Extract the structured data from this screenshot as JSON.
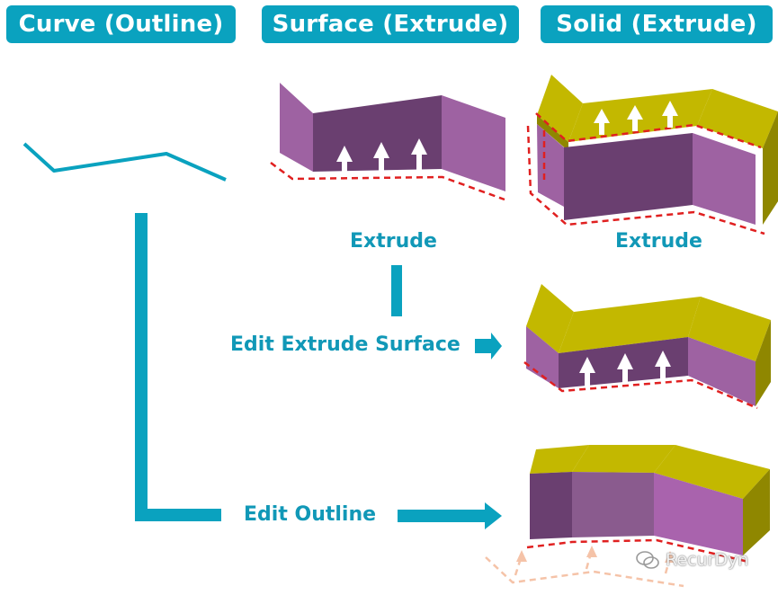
{
  "headers": {
    "curve": "Curve (Outline)",
    "surface": "Surface (Extrude)",
    "solid": "Solid (Extrude)"
  },
  "labels": {
    "extrude_surface": "Extrude",
    "extrude_solid": "Extrude",
    "edit_extrude_surface": "Edit Extrude Surface",
    "edit_outline": "Edit Outline"
  },
  "watermark": "RecurDyn",
  "colors": {
    "header_bg": "#0aa2bf",
    "label_text": "#1198b7",
    "connector": "#0aa2bf",
    "surface_dark": "#6a3f70",
    "surface_light": "#9e62a2",
    "solid_top": "#c3b800",
    "outline_dash": "#e02020"
  }
}
